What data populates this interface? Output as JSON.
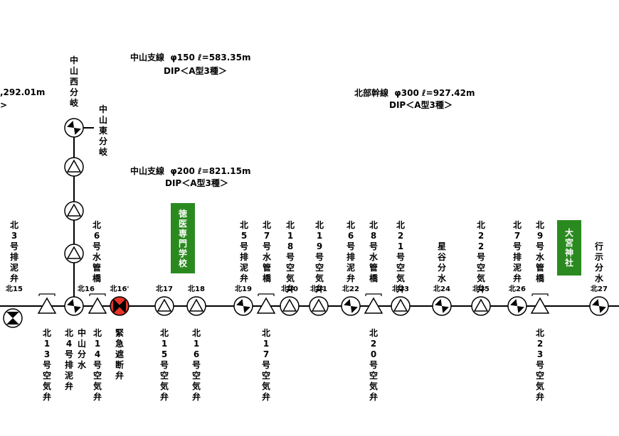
{
  "pipelines": [
    {
      "name": "中山支線",
      "spec": "φ150 ℓ=583.35m",
      "material": "DIP＜A型3種＞"
    },
    {
      "name": "北部幹線",
      "spec": "φ300 ℓ=927.42m",
      "material": "DIP＜A型3種＞"
    },
    {
      "name": "中山支線",
      "spec": "φ200 ℓ=821.15m",
      "material": "DIP＜A型3種＞"
    },
    {
      "name": "",
      "spec": ",292.01m",
      "material": ">"
    }
  ],
  "branch_labels": {
    "west": "中山西分岐",
    "east": "中山東分岐"
  },
  "landmarks": [
    "徳医専門学校",
    "大宮神社"
  ],
  "nodes": [
    "北15",
    "北16",
    "北16'",
    "北17",
    "北18",
    "北19",
    "北20",
    "北21",
    "北22",
    "北23",
    "北24",
    "北25",
    "北26",
    "北27"
  ],
  "labels_above": [
    "北3号排泥弁",
    "北6号水管橋",
    "北5号排泥弁",
    "北7号水管橋",
    "北18号空気弁",
    "北19号空気弁",
    "北6号排泥弁",
    "北8号水管橋",
    "北21号空気弁",
    "星谷分水",
    "北22号空気弁",
    "北7号排泥弁",
    "北9号水管橋",
    "行示分水"
  ],
  "labels_below": [
    "北13号空気弁",
    "北4号排泥弁",
    "中山分水",
    "北14号空気弁",
    "緊急遮断弁",
    "北15号空気弁",
    "北16号空気弁",
    "北17号空気弁",
    "北20号空気弁",
    "北23号空気弁"
  ],
  "colors": {
    "line": "#000000",
    "emergency_valve": "#e8332a",
    "landmark_bg": "#2a8a1f",
    "landmark_text": "#ffffff"
  },
  "symbol_legend": {
    "air_valve": "triangle-in-circle-icon",
    "drain_valve": "valve-bowtie-icon",
    "bridge": "bridge-bracket-icon",
    "emergency": "emergency-shutoff-icon",
    "division": "division-icon"
  }
}
